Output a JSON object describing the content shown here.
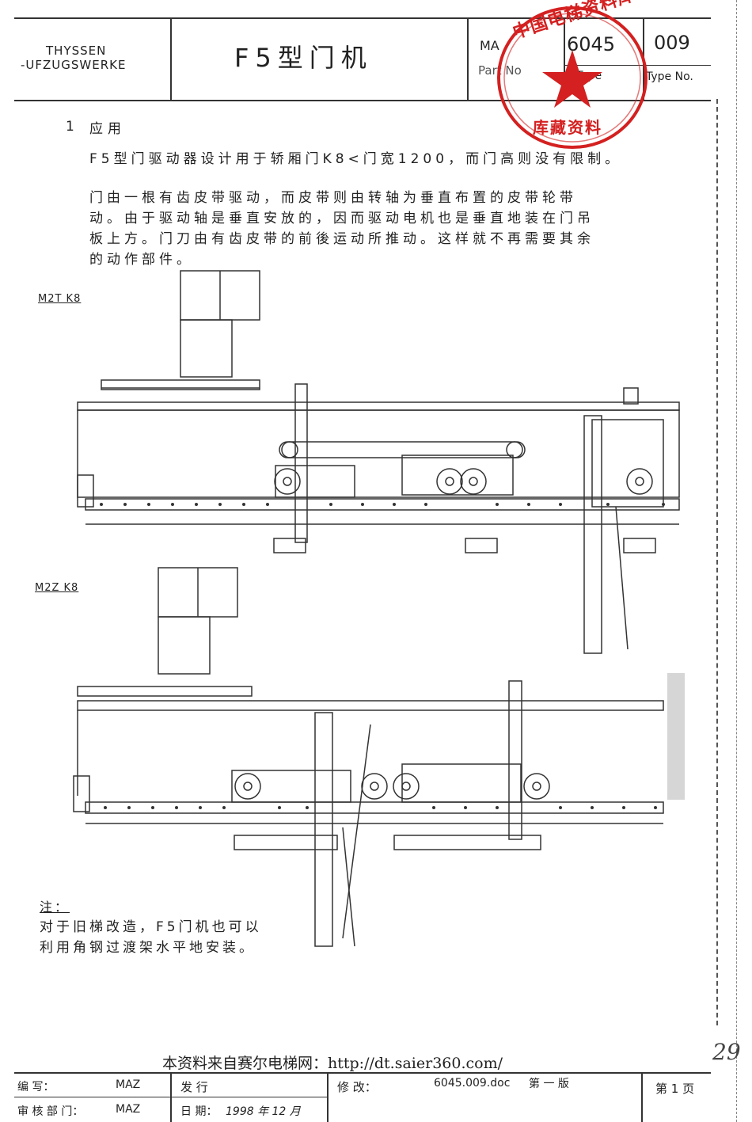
{
  "header": {
    "company_line1": "THYSSEN",
    "company_line2": "-UFZUGSWERKE",
    "title": "F5型门机",
    "ma_label": "MA",
    "part_no_label": "Part No",
    "part_no": "6045",
    "type_label": "Type",
    "type_no_value": "009",
    "type_no_label": "Type No."
  },
  "stamp": {
    "text_top": "中国电梯资料库",
    "text_bottom": "库藏资料",
    "color": "#d42020"
  },
  "section": {
    "number": "1",
    "heading": "应用",
    "para1": "F5型门驱动器设计用于轿厢门K8<门宽1200，而门高则没有限制。",
    "para2_lines": [
      "门由一根有齿皮带驱动，而皮带则由转轴为垂直布置的皮带轮带",
      "动。由于驱动轴是垂直安放的，因而驱动电机也是垂直地装在门吊",
      "板上方。门刀由有齿皮带的前後运动所推动。这样就不再需要其余",
      "的动作部件。"
    ]
  },
  "figures": [
    {
      "caption": "M2T K8"
    },
    {
      "caption": "M2Z K8"
    }
  ],
  "note": {
    "label": "注：",
    "lines": [
      "对于旧梯改造，F5门机也可以",
      "利用角钢过渡架水平地安装。"
    ]
  },
  "source_line": "本资料来自赛尔电梯网：http://dt.saier360.com/",
  "margin_mark": "29",
  "footer": {
    "drawn_label": "编 写：",
    "drawn_by": "MAZ",
    "checked_label": "审 核 部 门：",
    "checked_by": "MAZ",
    "release_label": "发 行",
    "date_label": "日 期：",
    "date": "1998 年 12 月",
    "revision_label": "修 改：",
    "file": "6045.009.doc",
    "edition": "第 一 版",
    "page": "第 1 页"
  }
}
